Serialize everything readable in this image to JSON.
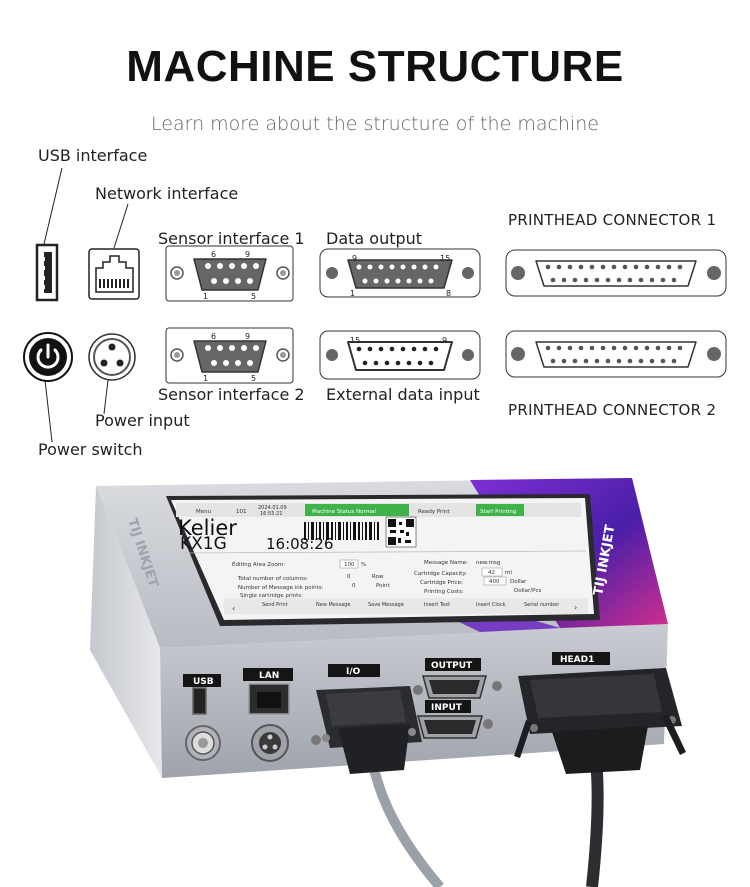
{
  "header": {
    "title": "MACHINE STRUCTURE",
    "subtitle": "Learn more about the structure of the machine"
  },
  "labels": {
    "usb_interface": "USB interface",
    "network_interface": "Network interface",
    "sensor_interface_1": "Sensor interface 1",
    "data_output": "Data output",
    "printhead_connector_1": "PRINTHEAD CONNECTOR 1",
    "sensor_interface_2": "Sensor interface 2",
    "external_data_input": "External data input",
    "power_input": "Power input",
    "power_switch": "Power switch",
    "printhead_connector_2": "PRINTHEAD CONNECTOR 2"
  },
  "pin_numbers": {
    "db9_top_left": "6",
    "db9_top_right": "9",
    "db9_bottom_left": "1",
    "db9_bottom_right": "5",
    "db15_out_top_left": "9",
    "db15_out_top_right": "15",
    "db15_out_bottom_left": "1",
    "db15_out_bottom_right": "8",
    "db15_in_top_left": "15",
    "db15_in_top_right": "9"
  },
  "device": {
    "brand": "TIJ INKJET",
    "screen": {
      "menu": "Menu",
      "code": "101",
      "date": "2024.01.09",
      "time_small": "16:55:21",
      "status": "Machine Status Normal",
      "ready": "Ready Print",
      "start": "Start Printing",
      "line1": "Kelier",
      "line2": "KX1G",
      "clock": "16:08:26",
      "editing_zoom_label": "Editing Area Zoom:",
      "editing_zoom_value": "100",
      "editing_zoom_unit": "%",
      "message_name_label": "Message Name:",
      "message_name_value": "new.msg",
      "total_columns_label": "Total number of columns:",
      "total_columns_value": "0",
      "total_columns_unit": "Row",
      "ink_points_label": "Number of Message ink points:",
      "ink_points_value": "0",
      "ink_points_unit": "Point",
      "single_cartridge_label": "Single cartridge prints:",
      "cartridge_capacity_label": "Cartridge Capacity:",
      "cartridge_capacity_value": "42",
      "cartridge_capacity_unit": "ml",
      "cartridge_price_label": "Cartridge Price:",
      "cartridge_price_value": "400",
      "cartridge_price_unit": "Dollar",
      "printing_costs_label": "Printing Costs:",
      "printing_costs_unit": "Dollar/Pcs",
      "btn_send": "Send Print",
      "btn_new": "New Message",
      "btn_save": "Save Message",
      "btn_text": "Insert Text",
      "btn_clock": "Insert Clock",
      "btn_serial": "Serial number"
    },
    "port_labels": {
      "usb": "USB",
      "lan": "LAN",
      "io": "I/O",
      "output": "OUTPUT",
      "input": "INPUT",
      "head1": "HEAD1"
    }
  }
}
